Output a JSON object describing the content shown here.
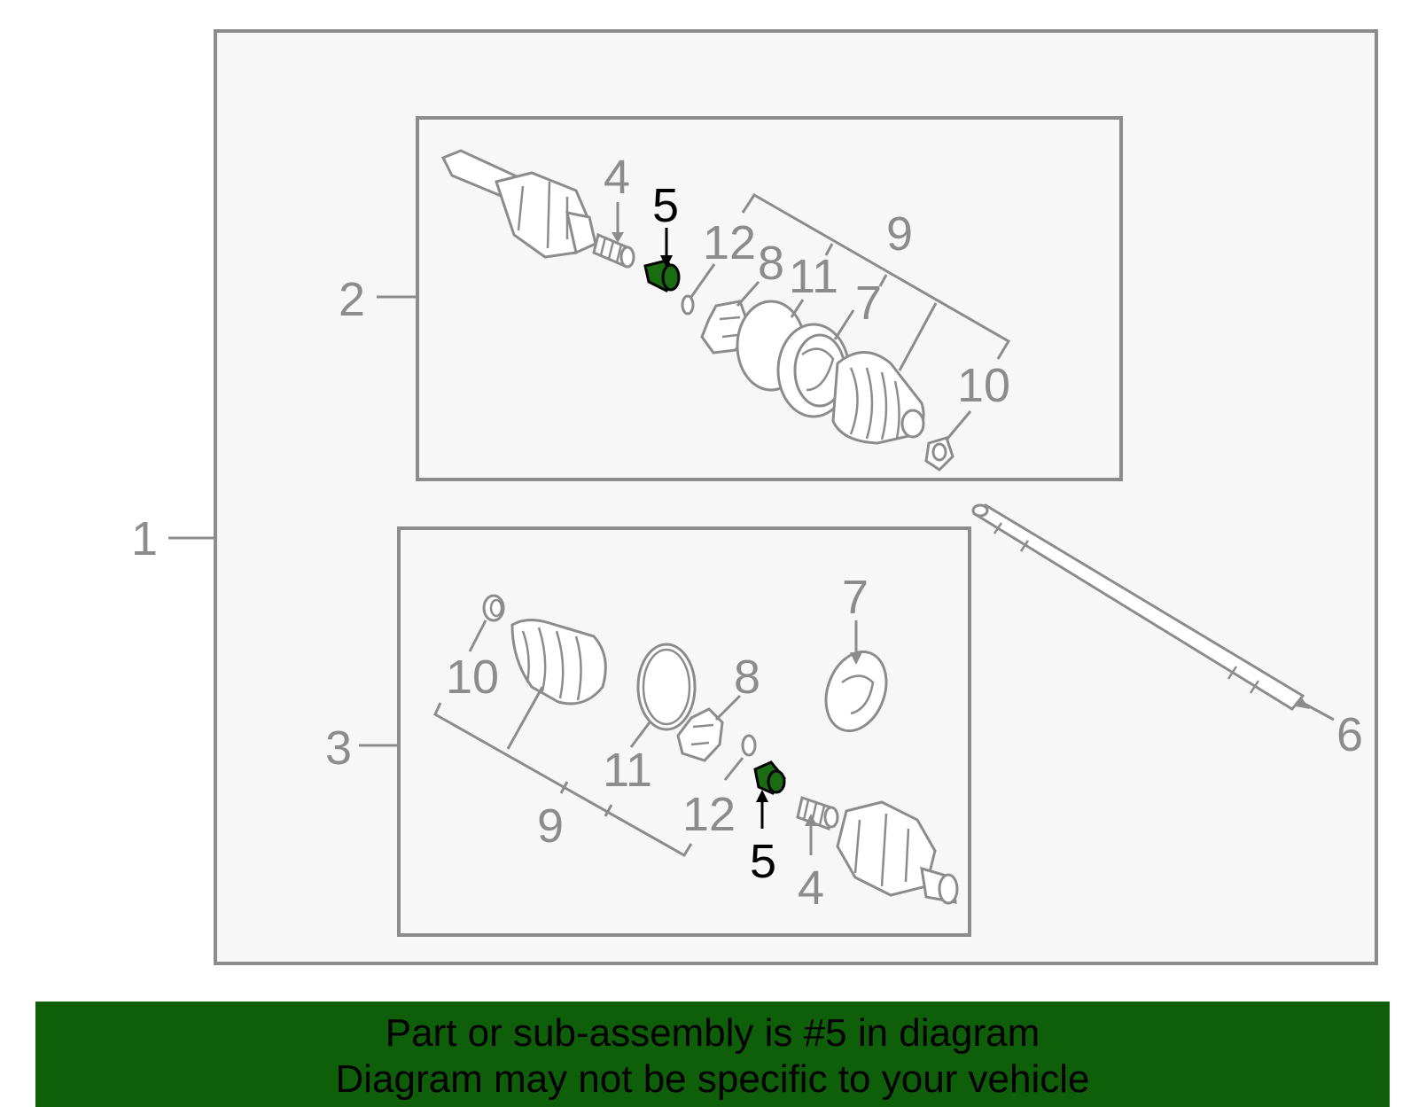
{
  "diagram": {
    "highlight_part": "5",
    "highlight_color": "#1a6b12",
    "line_color": "#8c8c8c",
    "background_color": "#f7f7f7",
    "callouts": {
      "c1": "1",
      "c2": "2",
      "c3": "3",
      "top_4": "4",
      "top_5": "5",
      "top_12": "12",
      "top_8": "8",
      "top_9": "9",
      "top_11": "11",
      "top_7": "7",
      "top_10": "10",
      "c6": "6",
      "bot_7": "7",
      "bot_10": "10",
      "bot_8": "8",
      "bot_11": "11",
      "bot_9": "9",
      "bot_12": "12",
      "bot_5": "5",
      "bot_4": "4"
    }
  },
  "banner": {
    "line1": "Part or sub-assembly is #5 in diagram",
    "line2": "Diagram may not be specific to your vehicle",
    "background": "#0f5e0a"
  }
}
